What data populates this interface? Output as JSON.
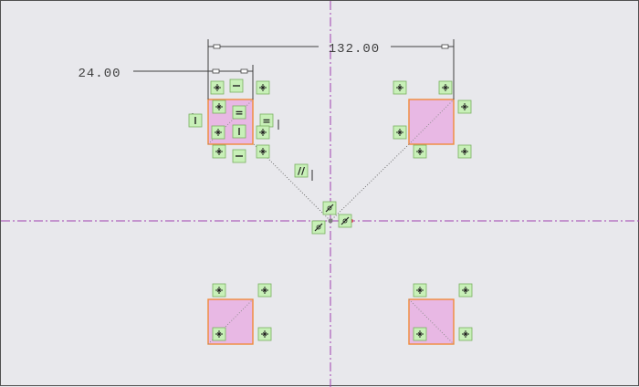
{
  "colors": {
    "background": "#e8e8ec",
    "centerline": "#a040b0",
    "square_fill": "#e8b8e4",
    "square_edge": "#f08a3a",
    "constraint_fill": "#c8f0b8",
    "constraint_border": "#78b060",
    "dimension": "#404040"
  },
  "dimensions": [
    {
      "id": "dim-horizontal",
      "text": "132.00"
    },
    {
      "id": "dim-size",
      "text": "24.00"
    }
  ],
  "constraints": {
    "fix_point": "fix-point-icon",
    "horizontal": "horizontal-constraint-icon",
    "vertical": "vertical-constraint-icon",
    "equal": "equal-constraint-icon",
    "parallel": "parallel-constraint-icon",
    "tangent": "tangent-constraint-icon",
    "equal_label": "=",
    "parallel_label": "//"
  }
}
